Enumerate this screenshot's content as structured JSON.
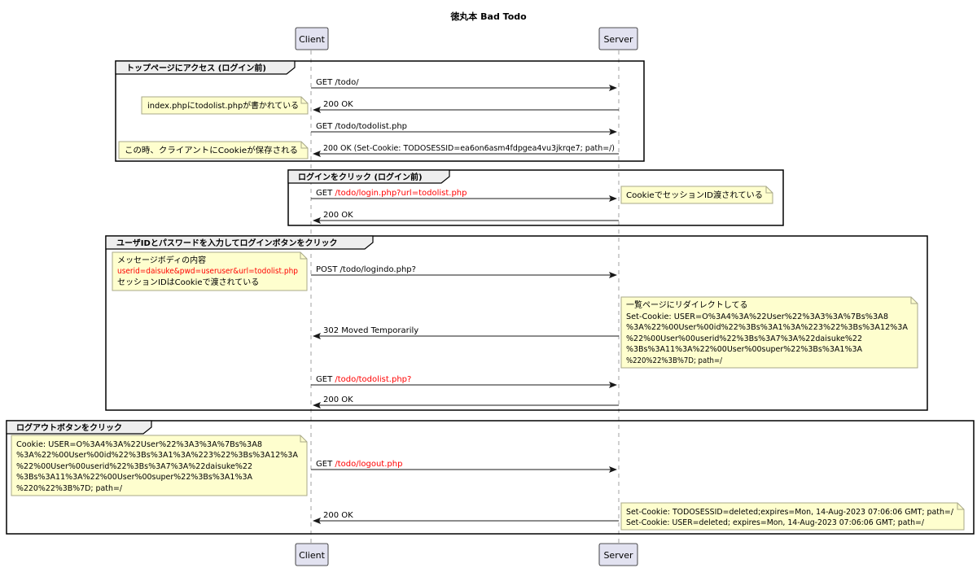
{
  "title": "徳丸本 Bad Todo",
  "participants": {
    "client": "Client",
    "server": "Server"
  },
  "frames": [
    {
      "label": "トップページにアクセス (ログイン前)"
    },
    {
      "label": "ログインをクリック (ログイン前)"
    },
    {
      "label": "ユーザIDとパスワードを入力してログインボタンをクリック"
    },
    {
      "label": "ログアウトボタンをクリック"
    }
  ],
  "messages": [
    {
      "parts": [
        {
          "t": "GET /todo/"
        }
      ]
    },
    {
      "parts": [
        {
          "t": "200 OK"
        }
      ]
    },
    {
      "parts": [
        {
          "t": "GET /todo/todolist.php"
        }
      ]
    },
    {
      "parts": [
        {
          "t": "200 OK (Set-Cookie: TODOSESSID=ea6on6asm4fdpgea4vu3jkrqe7; path=/)"
        }
      ]
    },
    {
      "parts": [
        {
          "t": "GET "
        },
        {
          "t": "/todo/login.php?url=todolist.php",
          "red": true
        }
      ]
    },
    {
      "parts": [
        {
          "t": "200 OK"
        }
      ]
    },
    {
      "parts": [
        {
          "t": "POST /todo/logindo.php?"
        }
      ]
    },
    {
      "parts": [
        {
          "t": "302 Moved Temporarily"
        }
      ]
    },
    {
      "parts": [
        {
          "t": "GET "
        },
        {
          "t": "/todo/todolist.php?",
          "red": true
        }
      ]
    },
    {
      "parts": [
        {
          "t": "200 OK"
        }
      ]
    },
    {
      "parts": [
        {
          "t": "GET "
        },
        {
          "t": "/todo/logout.php",
          "red": true
        }
      ]
    },
    {
      "parts": [
        {
          "t": "200 OK"
        }
      ]
    }
  ],
  "notes": [
    {
      "lines": [
        {
          "t": "index.phpにtodolist.phpが書かれている"
        }
      ]
    },
    {
      "lines": [
        {
          "t": "この時、クライアントにCookieが保存される"
        }
      ]
    },
    {
      "lines": [
        {
          "t": "CookieでセッションID渡されている"
        }
      ]
    },
    {
      "lines": [
        {
          "t": "メッセージボディの内容"
        },
        {
          "t": "userid=daisuke&pwd=useruser&url=todolist.php",
          "red": true
        },
        {
          "t": "セッションIDはCookieで渡されている"
        }
      ]
    },
    {
      "lines": [
        {
          "t": "一覧ページにリダイレクトしてる"
        },
        {
          "t": "Set-Cookie: USER=O%3A4%3A%22User%22%3A3%3A%7Bs%3A8"
        },
        {
          "t": "%3A%22%00User%00id%22%3Bs%3A1%3A%223%22%3Bs%3A12%3A"
        },
        {
          "t": "%22%00User%00userid%22%3Bs%3A7%3A%22daisuke%22"
        },
        {
          "t": "%3Bs%3A11%3A%22%00User%00super%22%3Bs%3A1%3A"
        },
        {
          "t": "%220%22%3B%7D; path=/"
        }
      ]
    },
    {
      "lines": [
        {
          "t": "Cookie: USER=O%3A4%3A%22User%22%3A3%3A%7Bs%3A8"
        },
        {
          "t": "%3A%22%00User%00id%22%3Bs%3A1%3A%223%22%3Bs%3A12%3A"
        },
        {
          "t": "%22%00User%00userid%22%3Bs%3A7%3A%22daisuke%22"
        },
        {
          "t": "%3Bs%3A11%3A%22%00User%00super%22%3Bs%3A1%3A"
        },
        {
          "t": "%220%22%3B%7D; path=/"
        }
      ]
    },
    {
      "lines": [
        {
          "t": "Set-Cookie: TODOSESSID=deleted;expires=Mon, 14-Aug-2023 07:06:06 GMT; path=/"
        },
        {
          "t": "Set-Cookie: USER=deleted; expires=Mon, 14-Aug-2023 07:06:06 GMT; path=/"
        }
      ]
    }
  ],
  "colors": {
    "participant_fill": "#e2e2f0",
    "participant_border": "#181818",
    "note_fill": "#fefece",
    "note_border": "#a8a888",
    "lifeline": "#a0a0a0",
    "highlight": "#ff0000"
  }
}
